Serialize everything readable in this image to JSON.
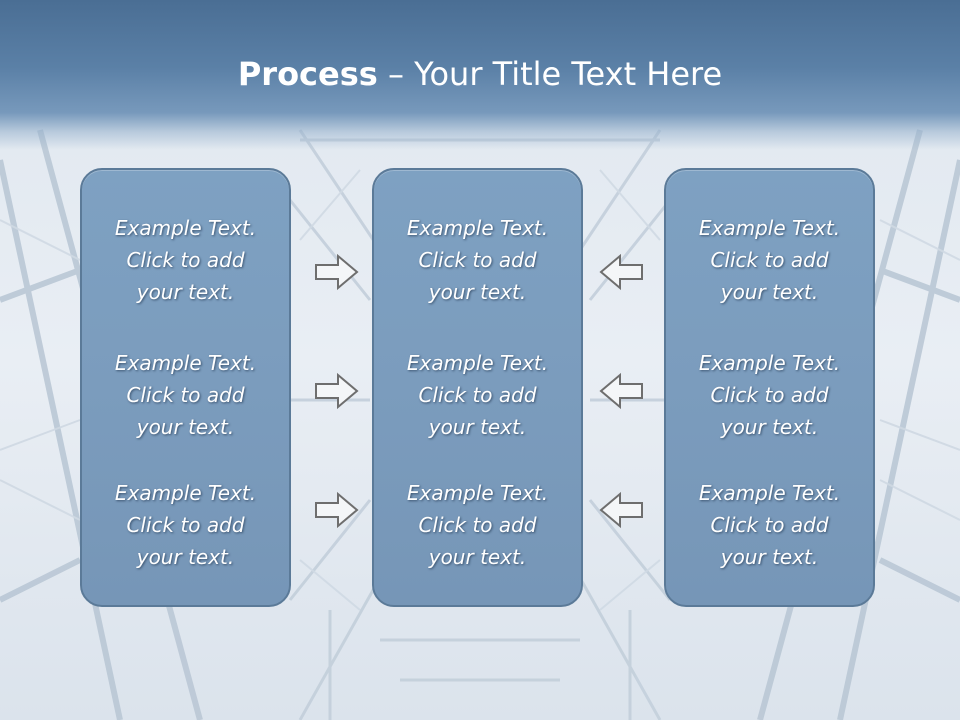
{
  "title": {
    "bold": "Process",
    "rest": " – Your Title Text Here"
  },
  "columns": [
    {
      "items": [
        {
          "line1": "Example Text.",
          "line2": "Click  to add",
          "line3": "your text."
        },
        {
          "line1": "Example Text.",
          "line2": "Click  to add",
          "line3": "your text."
        },
        {
          "line1": "Example Text.",
          "line2": "Click  to add",
          "line3": "your text."
        }
      ]
    },
    {
      "items": [
        {
          "line1": "Example Text.",
          "line2": "Click  to add",
          "line3": "your text."
        },
        {
          "line1": "Example Text.",
          "line2": "Click  to add",
          "line3": "your text."
        },
        {
          "line1": "Example Text.",
          "line2": "Click  to add",
          "line3": "your text."
        }
      ]
    },
    {
      "items": [
        {
          "line1": "Example Text.",
          "line2": "Click  to add",
          "line3": "your text."
        },
        {
          "line1": "Example Text.",
          "line2": "Click  to add",
          "line3": "your text."
        },
        {
          "line1": "Example Text.",
          "line2": "Click  to add",
          "line3": "your text."
        }
      ]
    }
  ],
  "icons": {
    "left_arrows": "arrow-right-icon",
    "right_arrows": "arrow-left-icon"
  },
  "colors": {
    "title_band": "#587ea5",
    "box_fill": "#7b9cbd",
    "box_border": "#5b7a98",
    "text": "#ffffff",
    "arrow_fill": "#f4f6f8",
    "arrow_stroke": "#6e6e6e"
  }
}
